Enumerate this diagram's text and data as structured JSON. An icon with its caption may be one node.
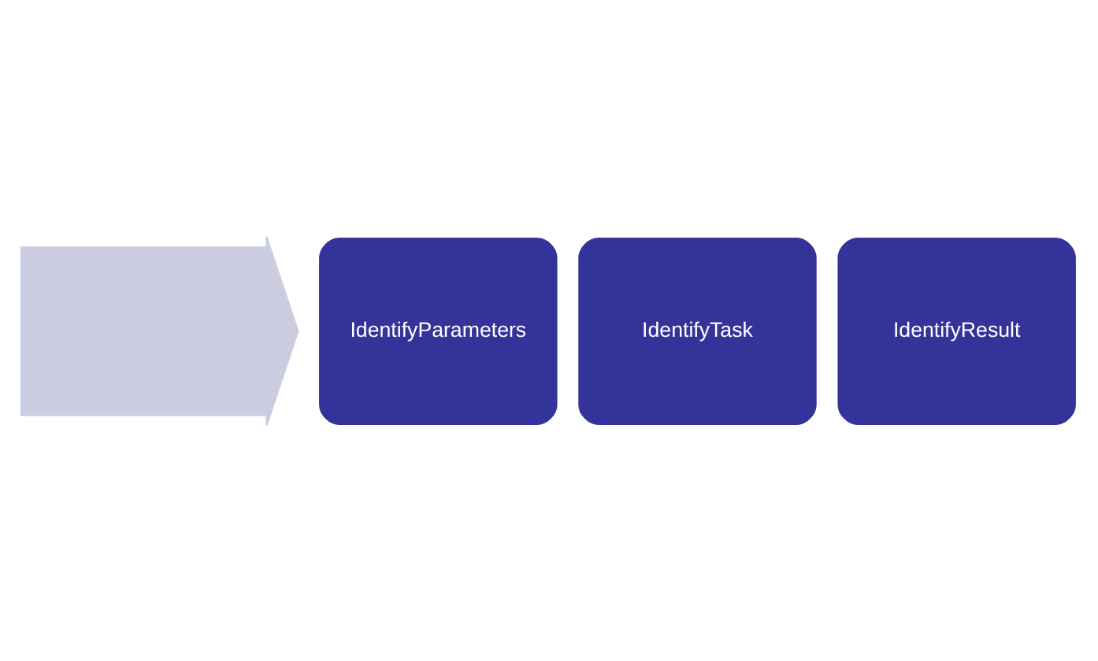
{
  "diagram": {
    "nodes": [
      {
        "text": [],
        "shape": "arrow"
      },
      {
        "text": [
          "IdentifyParameters"
        ]
      },
      {
        "text": [
          "IdentifyTask"
        ]
      },
      {
        "text": [
          "IdentifyResult"
        ]
      }
    ]
  }
}
